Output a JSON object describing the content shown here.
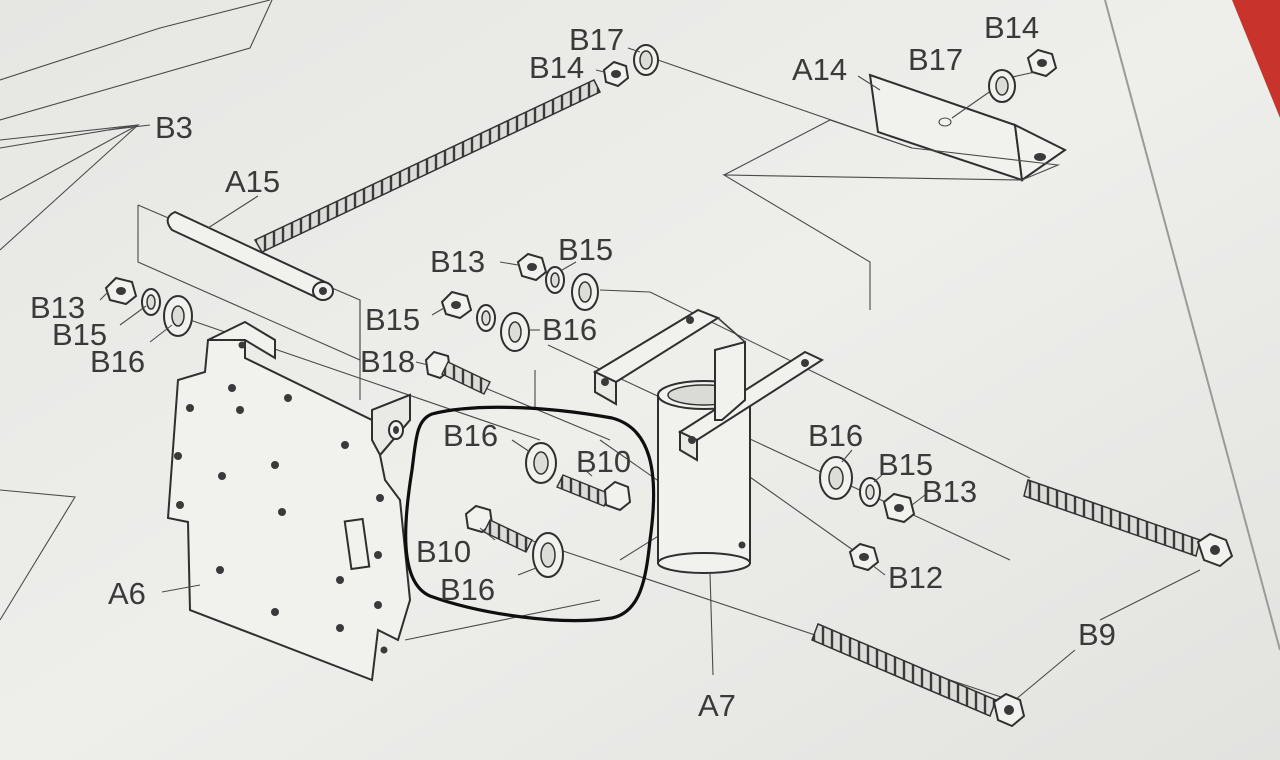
{
  "diagram": {
    "callouts": {
      "b17_top": "B17",
      "b14_top": "B14",
      "a14": "A14",
      "b17_right": "B17",
      "b14_right": "B14",
      "b3": "B3",
      "a15": "A15",
      "b13_upper": "B13",
      "b15_upper": "B15",
      "b15_mid": "B15",
      "b16_mid": "B16",
      "b13_left": "B13",
      "b15_left": "B15",
      "b16_left": "B16",
      "b18": "B18",
      "b16_circled_top": "B16",
      "b10_circled_right": "B10",
      "b10_circled_left": "B10",
      "b16_circled_bottom": "B16",
      "b16_right": "B16",
      "b15_right": "B15",
      "b13_right": "B13",
      "b12": "B12",
      "a6": "A6",
      "a7": "A7",
      "b9": "B9"
    },
    "colors": {
      "paper": "#eeeeeb",
      "ink": "#3a3a3a",
      "marker": "#0f0f0f",
      "corner_red": "#c8342c"
    }
  }
}
